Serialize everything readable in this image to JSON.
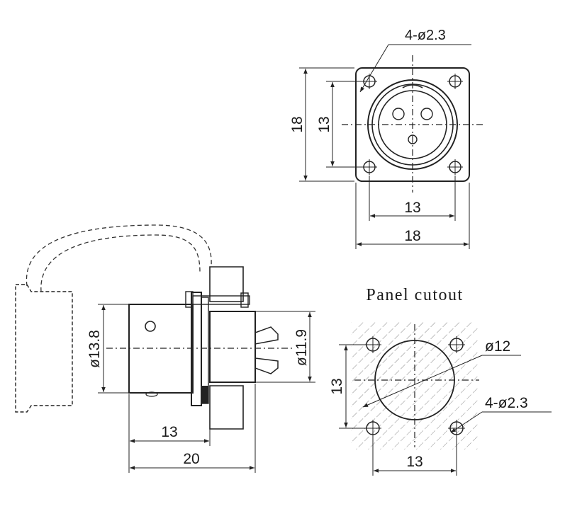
{
  "front_view": {
    "hole_callout": "4-ø2.3",
    "outer_height": "18",
    "inner_height": "13",
    "inner_width": "13",
    "outer_width": "18"
  },
  "side_view": {
    "body_diameter": "ø13.8",
    "thread_diameter": "ø11.9",
    "length_body": "13",
    "length_total": "20"
  },
  "panel_cutout": {
    "title": "Panel cutout",
    "center_diameter": "ø12",
    "hole_callout": "4-ø2.3",
    "hole_spacing_vertical": "13",
    "hole_spacing_horizontal": "13"
  }
}
